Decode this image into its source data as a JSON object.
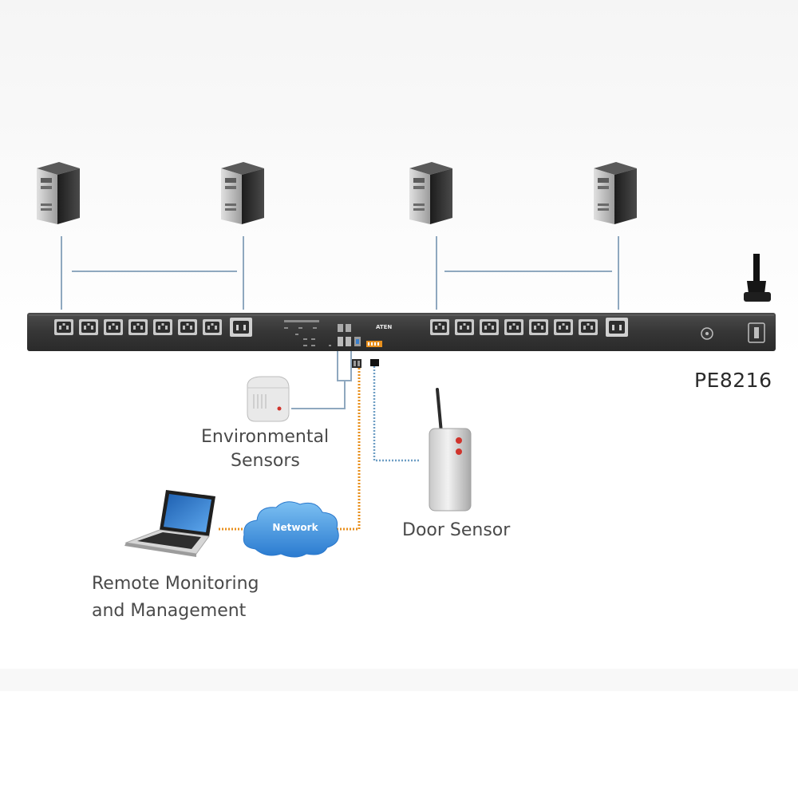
{
  "model": "PE8216",
  "brand": "ATEN",
  "labels": {
    "environmental_sensors": [
      "Environmental",
      "Sensors"
    ],
    "door_sensor": "Door Sensor",
    "network": "Network",
    "remote": [
      "Remote Monitoring",
      "and Management"
    ]
  },
  "colors": {
    "pdu_body": "#3a3a3a",
    "power_line": "#8fa8bf",
    "network_line": "#e8901e",
    "sensor_line": "#6e9ec4",
    "cloud": "#3f8fd8",
    "label_text": "#4a4a4a"
  },
  "icons": [
    "server-tower-icon",
    "power-plug-icon",
    "laptop-icon",
    "network-cloud-icon",
    "environmental-sensor-icon",
    "door-sensor-icon"
  ]
}
